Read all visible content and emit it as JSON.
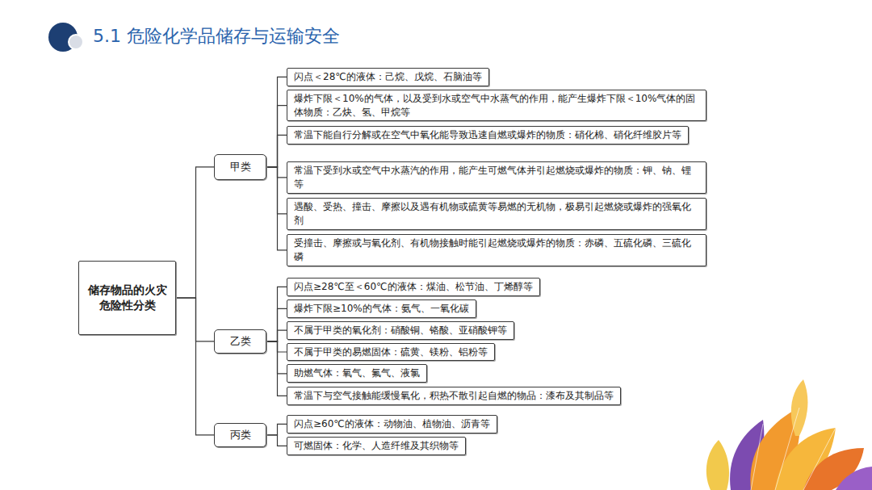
{
  "diagram": {
    "title": "5.1 危险化学品储存与运输安全",
    "nodes": [
      {
        "text": [
          "储存物品的火灾危险性分类"
        ]
      },
      {
        "text": [
          "甲类"
        ]
      },
      {
        "text": [
          "闪点＜28℃的液体：己烷、戊烷、石脑油等"
        ]
      },
      {
        "text": [
          "爆炸下限＜10%的气体，以及受到水或空气中水蒸气的作用，能产生爆炸下限＜10%气体的固体物质：乙炔、氢、甲烷等"
        ]
      },
      {
        "text": [
          "常温下能自行分解或在空气中氧化能导致迅速自燃或爆炸的物质：硝化棉、硝化纤维胶片等"
        ]
      },
      {
        "text": [
          "常温下受到水或空气中水蒸汽的作用，能产生可燃气体并引起燃烧或爆炸的物质：钾、钠、锂等"
        ]
      },
      {
        "text": [
          "遇酸、受热、撞击、摩擦以及遇有机物或硫黄等易燃的无机物，极易引起燃烧或爆炸的强氧化剂"
        ]
      },
      {
        "text": [
          "受撞击、摩擦或与氧化剂、有机物接触时能引起燃烧或爆炸的物质：赤磷、五硫化磷、三硫化磷"
        ]
      },
      {
        "text": [
          "乙类"
        ]
      },
      {
        "text": [
          "闪点≥28℃至＜60℃的液体：煤油、松节油、丁烯醇等"
        ]
      },
      {
        "text": [
          "爆炸下限≥10%的气体：氨气、一氧化碳"
        ]
      },
      {
        "text": [
          "不属于甲类的氧化剂：硝酸铜、铬酸、亚硝酸钾等"
        ]
      },
      {
        "text": [
          "不属于甲类的易燃固体：硫黄、镁粉、铝粉等"
        ]
      },
      {
        "text": [
          "助燃气体：氧气、氟气、液氯"
        ]
      },
      {
        "text": [
          "常温下与空气接触能缓慢氧化，积热不散引起自燃的物品：漆布及其制品等"
        ]
      },
      {
        "text": [
          "丙类"
        ]
      },
      {
        "text": [
          "闪点≥60℃的液体：动物油、植物油、沥青等"
        ]
      },
      {
        "text": [
          "可燃固体：化学、人造纤维及其织物等"
        ]
      }
    ],
    "edges": [
      {
        "from": 0,
        "to": 1,
        "arrow": "none"
      },
      {
        "from": 0,
        "to": 8,
        "arrow": "none"
      },
      {
        "from": 0,
        "to": 15,
        "arrow": "none"
      },
      {
        "from": 1,
        "to": 2,
        "arrow": "none"
      },
      {
        "from": 1,
        "to": 3,
        "arrow": "none"
      },
      {
        "from": 1,
        "to": 4,
        "arrow": "none"
      },
      {
        "from": 1,
        "to": 5,
        "arrow": "none"
      },
      {
        "from": 1,
        "to": 6,
        "arrow": "none"
      },
      {
        "from": 1,
        "to": 7,
        "arrow": "none"
      },
      {
        "from": 8,
        "to": 9,
        "arrow": "none"
      },
      {
        "from": 8,
        "to": 10,
        "arrow": "none"
      },
      {
        "from": 8,
        "to": 11,
        "arrow": "none"
      },
      {
        "from": 8,
        "to": 12,
        "arrow": "none"
      },
      {
        "from": 8,
        "to": 13,
        "arrow": "none"
      },
      {
        "from": 8,
        "to": 14,
        "arrow": "none"
      },
      {
        "from": 15,
        "to": 16,
        "arrow": "none"
      },
      {
        "from": 15,
        "to": 17,
        "arrow": "none"
      }
    ]
  }
}
